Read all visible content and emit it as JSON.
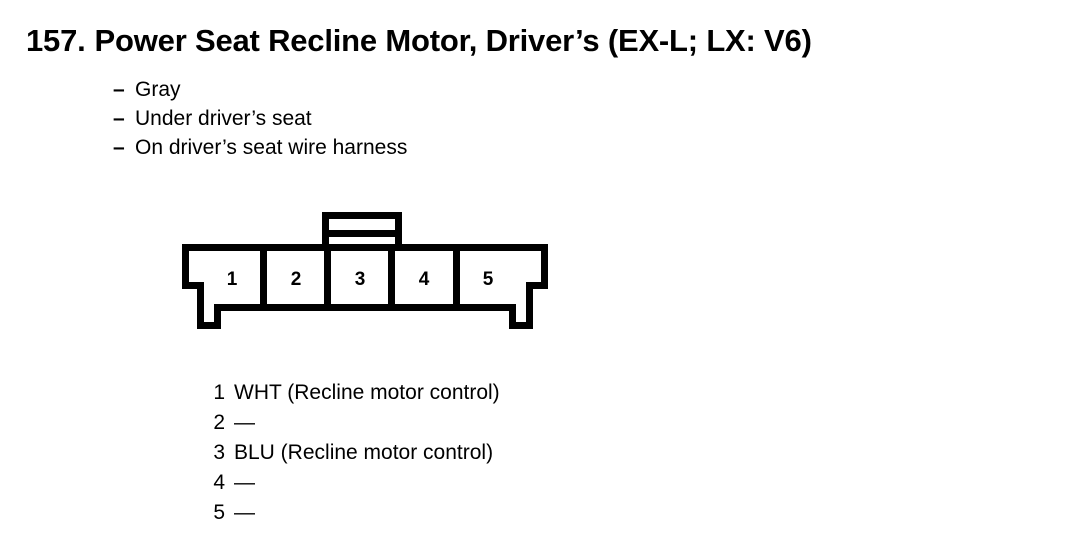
{
  "entry": {
    "number": "157.",
    "title": "Power Seat Recline Motor, Driver’s (EX-L; LX: V6)"
  },
  "attributes": {
    "bullet": "–",
    "items": [
      "Gray",
      "Under driver’s seat",
      "On driver’s seat wire harness"
    ]
  },
  "connector": {
    "cavity_count": 5,
    "cavity_labels": [
      "1",
      "2",
      "3",
      "4",
      "5"
    ],
    "line_color": "#000000",
    "fill_color": "#ffffff"
  },
  "pins": [
    {
      "number": "1",
      "description": "WHT (Recline motor control)"
    },
    {
      "number": "2",
      "description": "—"
    },
    {
      "number": "3",
      "description": "BLU (Recline motor control)"
    },
    {
      "number": "4",
      "description": "—"
    },
    {
      "number": "5",
      "description": "—"
    }
  ]
}
